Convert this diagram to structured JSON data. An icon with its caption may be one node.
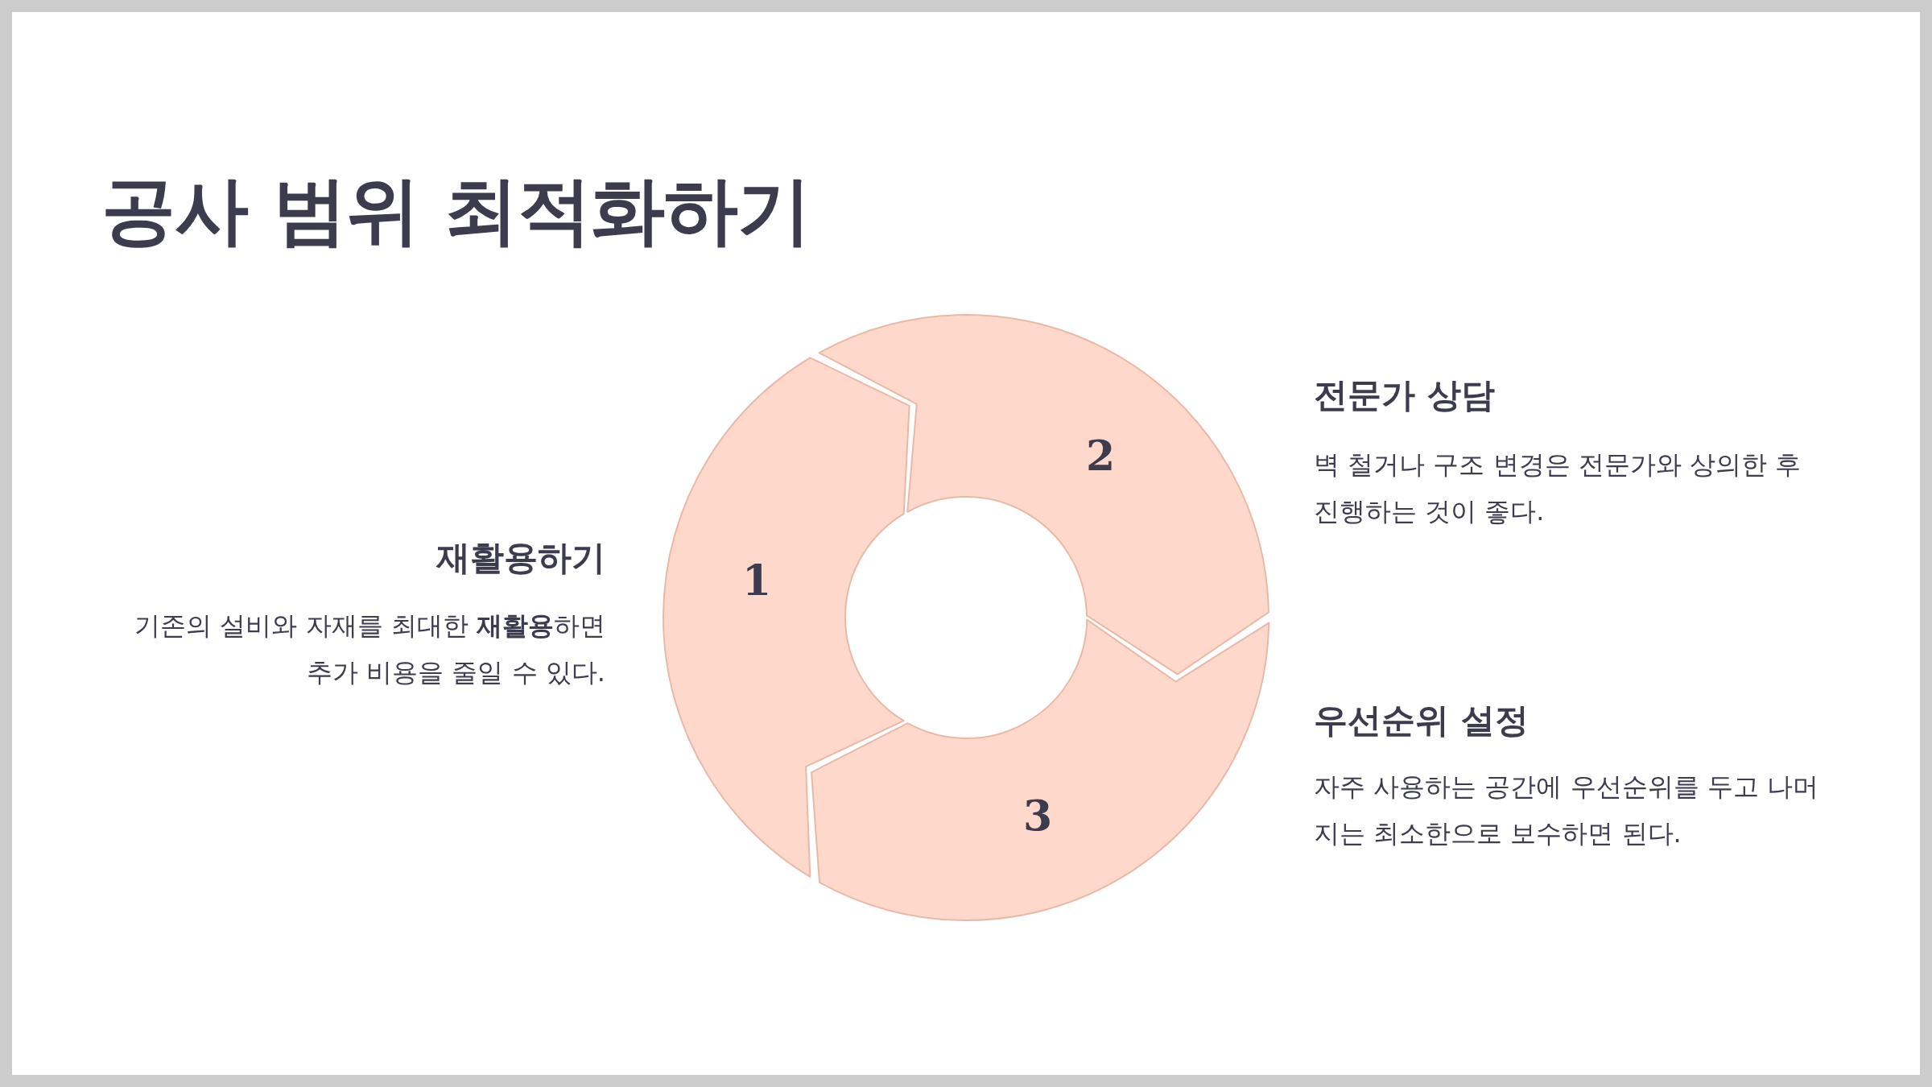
{
  "diagram": {
    "title": "공사 범위 최적화하기",
    "nodes": [
      {
        "text": [
          "1"
        ],
        "beside": [
          "재활용하기",
          "기존의 설비와 자재를 최대한 **재활용**하면 추가 비용을 줄일 수 있다."
        ]
      },
      {
        "text": [
          "2"
        ],
        "beside": [
          "전문가 상담",
          "벽 철거나 구조 변경은 전문가와 상의한 후 진행하는 것이 좋다."
        ]
      },
      {
        "text": [
          "3"
        ],
        "beside": [
          "우선순위 설정",
          "자주 사용하는 공간에 우선순위를 두고 나머지는 최소한으로 보수하면 된다."
        ]
      }
    ]
  }
}
